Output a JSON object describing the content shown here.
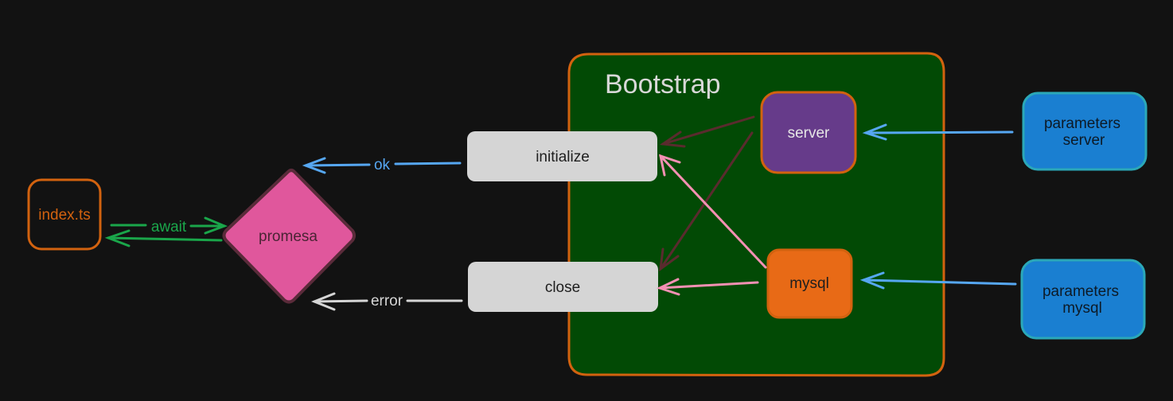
{
  "nodes": {
    "index": {
      "label": "index.ts"
    },
    "promesa": {
      "label": "promesa"
    },
    "initialize": {
      "label": "initialize"
    },
    "close": {
      "label": "close"
    },
    "bootstrap": {
      "label": "Bootstrap"
    },
    "server": {
      "label": "server"
    },
    "mysql": {
      "label": "mysql"
    },
    "params_server": {
      "line1": "parameters",
      "line2": "server"
    },
    "params_mysql": {
      "line1": "parameters",
      "line2": "mysql"
    }
  },
  "edges": {
    "await": {
      "label": "await"
    },
    "ok": {
      "label": "ok"
    },
    "error": {
      "label": "error"
    }
  },
  "colors": {
    "background": "#121212",
    "orange": "#d2620f",
    "green_container": "#024a05",
    "pink": "#e0579c",
    "purple": "#663b8a",
    "blue": "#1a7fd1",
    "teal_border": "#2ba8b8",
    "light_gray": "#d5d5d5",
    "green_arrow": "#1aa64a",
    "blue_arrow": "#56a7f2",
    "pink_arrow": "#f490b3",
    "dark_red_arrow": "#5a2b2e"
  }
}
